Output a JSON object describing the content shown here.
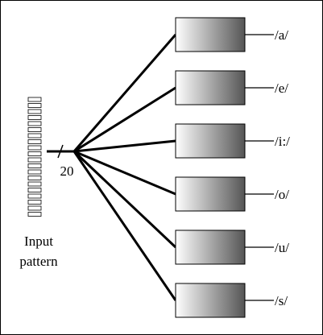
{
  "input": {
    "label_line1": "Input",
    "label_line2": "pattern",
    "bar_count": 20
  },
  "bus_width_label": "20",
  "outputs": [
    {
      "label": "/a/"
    },
    {
      "label": "/e/"
    },
    {
      "label": "/i:/"
    },
    {
      "label": "/o/"
    },
    {
      "label": "/u/"
    },
    {
      "label": "/s/"
    }
  ],
  "colors": {
    "stroke": "#000000",
    "box_gradient_start": "#ffffff",
    "box_gradient_end": "#555555",
    "background": "#ffffff"
  }
}
